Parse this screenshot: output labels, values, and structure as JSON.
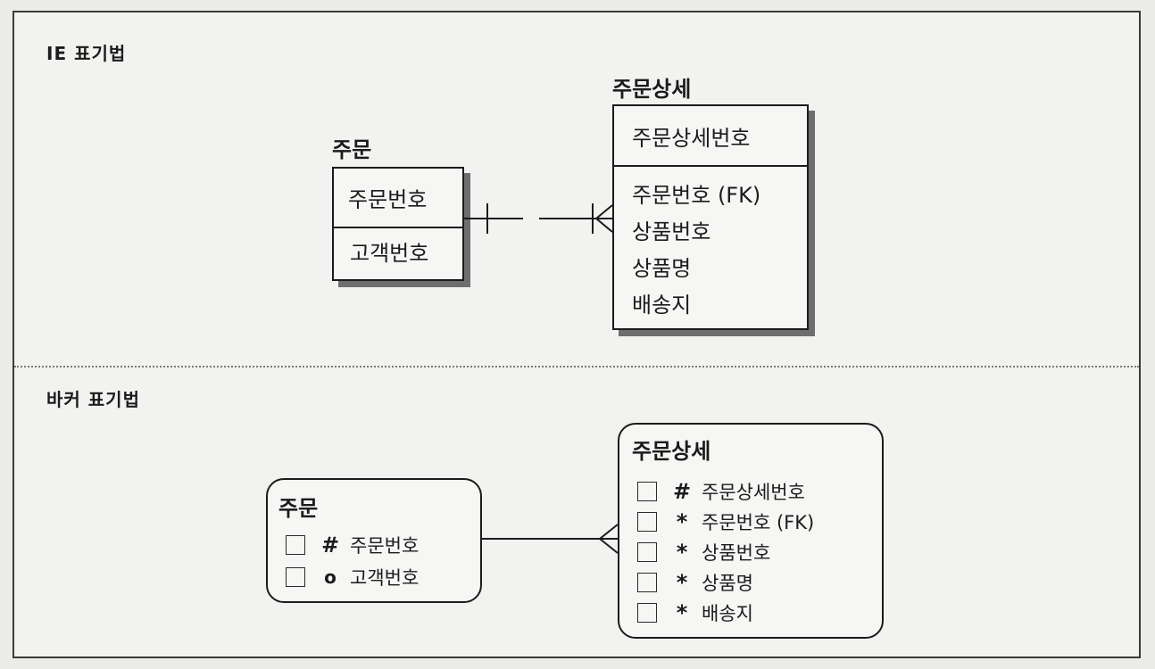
{
  "ie": {
    "title": "IE 표기법",
    "order": {
      "name": "주문",
      "key": "주문번호",
      "attrs": [
        "고객번호"
      ]
    },
    "detail": {
      "name": "주문상세",
      "key": "주문상세번호",
      "attrs": [
        "주문번호 (FK)",
        "상품번호",
        "상품명",
        "배송지"
      ]
    }
  },
  "barker": {
    "title": "바커 표기법",
    "order": {
      "name": "주문",
      "rows": [
        {
          "sym": "#",
          "label": "주문번호"
        },
        {
          "sym": "o",
          "label": "고객번호"
        }
      ]
    },
    "detail": {
      "name": "주문상세",
      "rows": [
        {
          "sym": "#",
          "label": "주문상세번호"
        },
        {
          "sym": "*",
          "label": "주문번호 (FK)"
        },
        {
          "sym": "*",
          "label": "상품번호"
        },
        {
          "sym": "*",
          "label": "상품명"
        },
        {
          "sym": "*",
          "label": "배송지"
        }
      ]
    }
  }
}
